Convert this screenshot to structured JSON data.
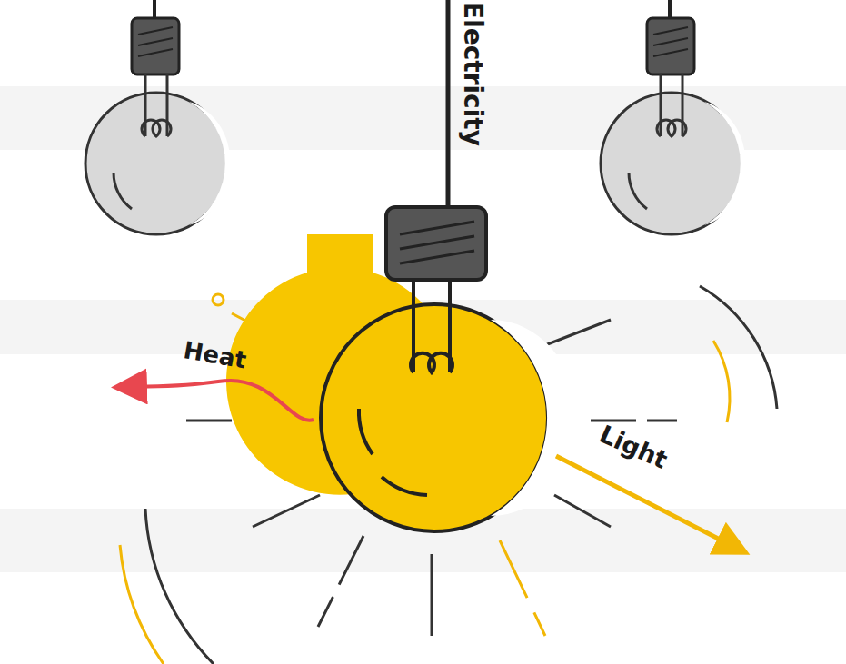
{
  "diagram": {
    "labels": [
      "Electricity",
      "Heat",
      "Light"
    ]
  }
}
